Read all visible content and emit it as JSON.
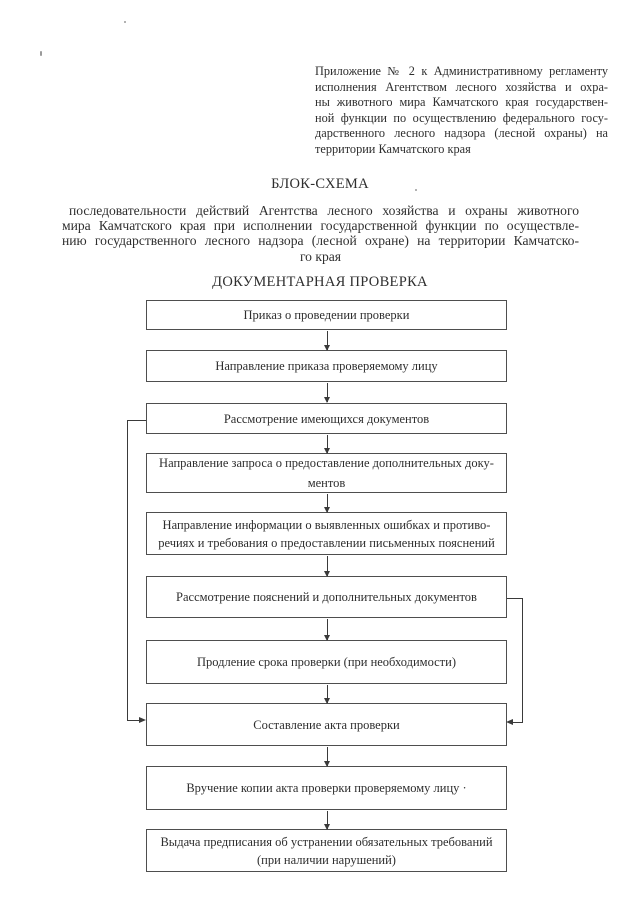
{
  "document": {
    "appendix_note": {
      "lines": [
        "Приложение № 2 к Административному регламенту",
        "исполнения Агентством лесного хозяйства и охра-",
        "ны животного мира Камчатского края государствен-",
        "ной функции по осуществлению федерального госу-",
        "дарственного лесного надзора (лесной охраны) на",
        "территории Камчатского края"
      ]
    },
    "title": "БЛОК-СХЕМА",
    "subtitle_lines": [
      "последовательности действий Агентства лесного хозяйства и охраны животного",
      "мира Камчатского края при исполнении государственной функции по осуществле-",
      "нию государственного лесного надзора (лесной охране) на территории Камчатско-",
      "го края"
    ],
    "section_title": "ДОКУМЕНТАРНАЯ ПРОВЕРКА",
    "flowchart": {
      "boxes": [
        {
          "id": "inspection-order",
          "lines": [
            "Приказ о проведении проверки"
          ]
        },
        {
          "id": "send-order",
          "lines": [
            "Направление приказа проверяемому лицу"
          ]
        },
        {
          "id": "review-documents",
          "lines": [
            "Рассмотрение имеющихся документов"
          ]
        },
        {
          "id": "request-additional",
          "lines": [
            "Направление запроса о предоставление дополнительных доку-",
            "ментов"
          ]
        },
        {
          "id": "inform-errors",
          "lines": [
            "Направление информации о выявленных ошибках и противо-",
            "речиях и требования о предоставлении письменных пояснений"
          ]
        },
        {
          "id": "review-explanations",
          "lines": [
            "Рассмотрение пояснений и дополнительных документов"
          ]
        },
        {
          "id": "extend-period",
          "lines": [
            "Продление срока проверки (при необходимости)"
          ]
        },
        {
          "id": "draw-up-act",
          "lines": [
            "Составление акта проверки"
          ]
        },
        {
          "id": "deliver-act-copy",
          "lines": [
            "Вручение копии акта проверки проверяемому лицу ·"
          ]
        },
        {
          "id": "issue-prescription",
          "lines": [
            "Выдача предписания об устранении обязательных требований",
            "(при наличии нарушений)"
          ]
        }
      ]
    },
    "colors": {
      "ink": "#2e2e2e",
      "box_border": "#4e4e4e",
      "paper": "#ffffff"
    }
  }
}
